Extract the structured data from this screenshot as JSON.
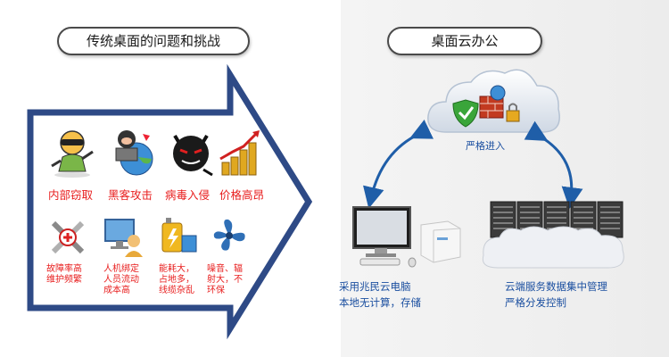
{
  "left": {
    "heading": "传统桌面的问题和挑战",
    "problems_row1": [
      {
        "label": "内部窃取",
        "icon": "thief-icon"
      },
      {
        "label": "黑客攻击",
        "icon": "hacker-icon"
      },
      {
        "label": "病毒入侵",
        "icon": "virus-icon"
      },
      {
        "label": "价格高昂",
        "icon": "money-chart-icon"
      }
    ],
    "problems_row2": [
      {
        "lines": [
          "故障率高",
          "维护频繁"
        ],
        "icon": "repair-tools-icon"
      },
      {
        "lines": [
          "人机绑定",
          "人员流动",
          "成本高"
        ],
        "icon": "user-computer-icon"
      },
      {
        "lines": [
          "能耗大，",
          "占地多，",
          "线缆杂乱"
        ],
        "icon": "power-battery-icon"
      },
      {
        "lines": [
          "噪音、辐",
          "射大，不",
          "环保"
        ],
        "icon": "fan-icon"
      }
    ]
  },
  "right": {
    "heading": "桌面云办公",
    "cloud_label": "严格进入",
    "client_label": [
      "采用兆民云电脑",
      "本地无计算，存储"
    ],
    "server_label": [
      "云端服务数据集中管理",
      "严格分发控制"
    ]
  },
  "colors": {
    "arrow_stroke": "#2e4a86",
    "label_red": "#e81e1e",
    "label_blue": "#1b4fa0",
    "link_arrow": "#1f5ea8"
  }
}
